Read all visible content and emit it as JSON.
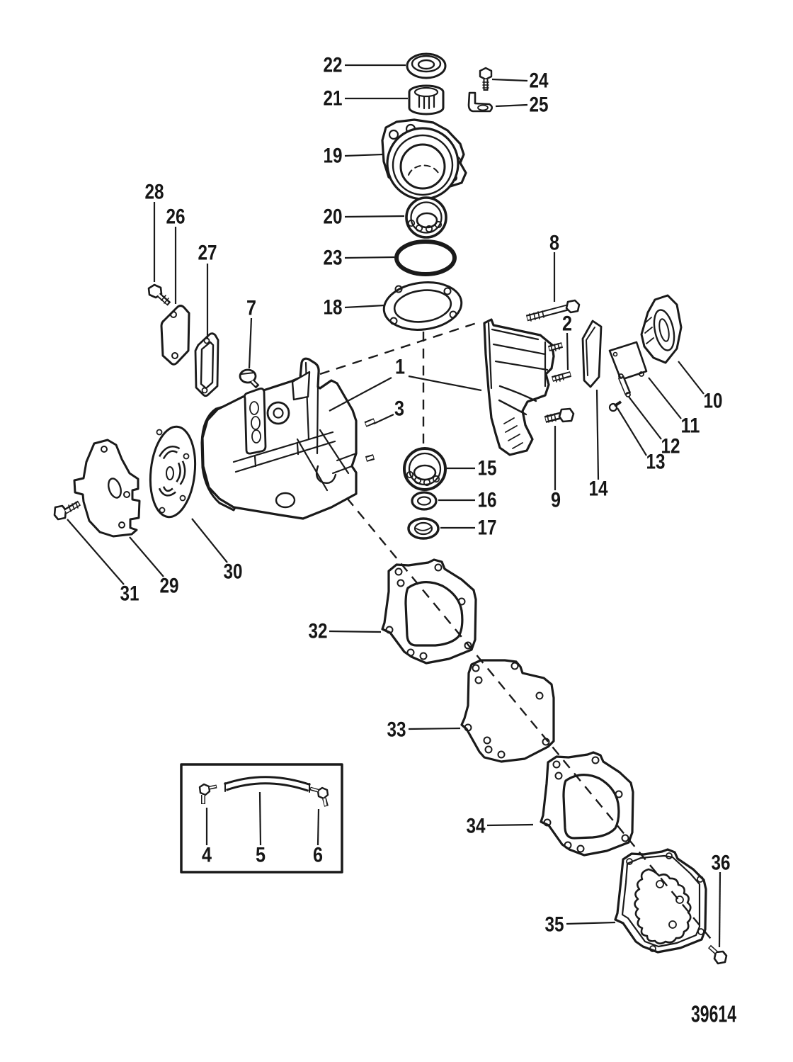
{
  "diagram": {
    "figure_number": "39614",
    "callouts": {
      "1": "1",
      "2": "2",
      "3": "3",
      "4": "4",
      "5": "5",
      "6": "6",
      "7": "7",
      "8": "8",
      "9": "9",
      "10": "10",
      "11": "11",
      "12": "12",
      "13": "13",
      "14": "14",
      "15": "15",
      "16": "16",
      "17": "17",
      "18": "18",
      "19": "19",
      "20": "20",
      "21": "21",
      "22": "22",
      "23": "23",
      "24": "24",
      "25": "25",
      "26": "26",
      "27": "27",
      "28": "28",
      "29": "29",
      "30": "30",
      "31": "31",
      "32": "32",
      "33": "33",
      "34": "34",
      "35": "35",
      "36": "36"
    }
  }
}
